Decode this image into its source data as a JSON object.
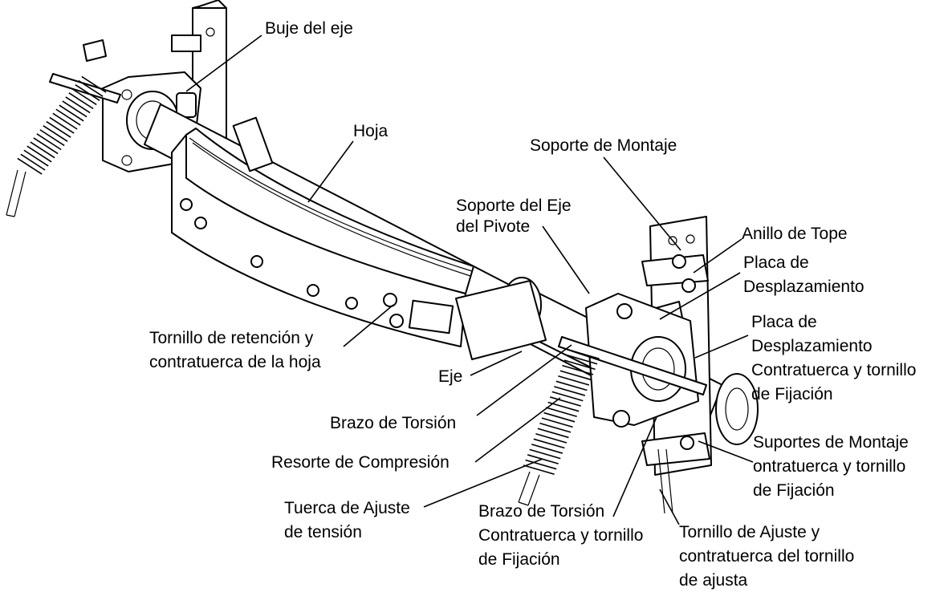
{
  "diagram": {
    "labels": {
      "buje_eje": [
        "Buje del eje"
      ],
      "hoja": [
        "Hoja"
      ],
      "soporte_montaje": [
        "Soporte de Montaje"
      ],
      "soporte_eje_pivote": [
        "Soporte del Eje",
        "del Pivote"
      ],
      "anillo_tope": [
        "Anillo de Tope"
      ],
      "placa_desplazamiento": [
        "Placa de",
        "Desplazamiento"
      ],
      "placa_desplazamiento_contratuerca": [
        "Placa de",
        "Desplazamiento",
        "Contratuerca y tornillo",
        "de Fijación"
      ],
      "tornillo_retencion": [
        "Tornillo de retención y",
        "contratuerca de la hoja"
      ],
      "eje": [
        "Eje"
      ],
      "brazo_torsion": [
        "Brazo de Torsión"
      ],
      "resorte_compresion": [
        "Resorte de Compresión"
      ],
      "tuerca_ajuste": [
        "Tuerca de Ajuste",
        "de tensión"
      ],
      "brazo_torsion_contratuerca": [
        "Brazo de Torsión",
        "Contratuerca y tornillo",
        "de Fijación"
      ],
      "suportes_montaje": [
        "Suportes de Montaje",
        "ontratuerca y tornillo",
        "de Fijación"
      ],
      "tornillo_ajuste": [
        "Tornillo de Ajuste y",
        "contratuerca del tornillo",
        "de ajusta"
      ]
    }
  }
}
